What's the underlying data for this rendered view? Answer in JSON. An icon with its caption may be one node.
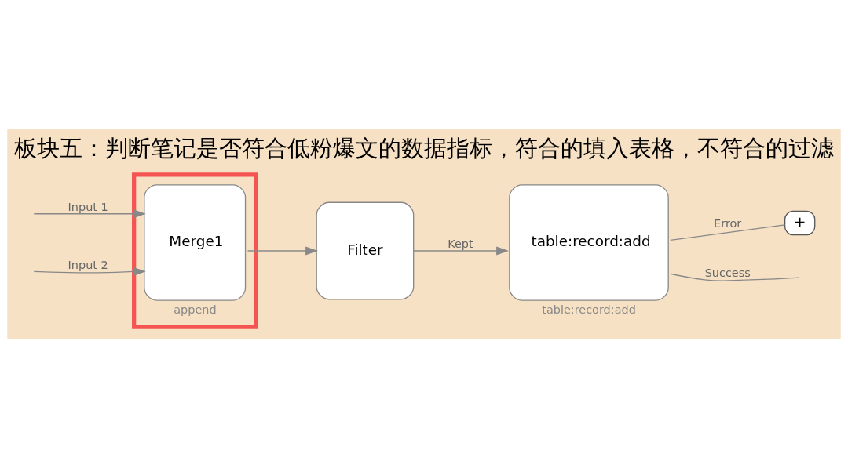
{
  "diagram": {
    "title": "板块五：判断笔记是否符合低粉爆文的数据指标，符合的填入表格，不符合的过滤",
    "nodes": [
      {
        "text": [],
        "shape": "box"
      },
      {
        "text": [
          "Merge1"
        ],
        "beside": [
          "append"
        ],
        "in": 0
      },
      {
        "text": [
          "Filter"
        ]
      },
      {
        "text": [
          "table:record:add"
        ],
        "beside": [
          "table:record:add"
        ]
      },
      {
        "text": [
          "+"
        ]
      }
    ],
    "edges": [
      {
        "from": null,
        "to": 1,
        "arrow": "to",
        "label": "Input 1"
      },
      {
        "from": null,
        "to": 1,
        "arrow": "to",
        "label": "Input 2"
      },
      {
        "from": 1,
        "to": 2,
        "arrow": "to"
      },
      {
        "from": 2,
        "to": 3,
        "arrow": "to",
        "label": "Kept"
      },
      {
        "from": 3,
        "to": null,
        "arrow": "none",
        "label": "Success"
      },
      {
        "from": 3,
        "to": 4,
        "arrow": "none",
        "label": "Error"
      }
    ]
  }
}
